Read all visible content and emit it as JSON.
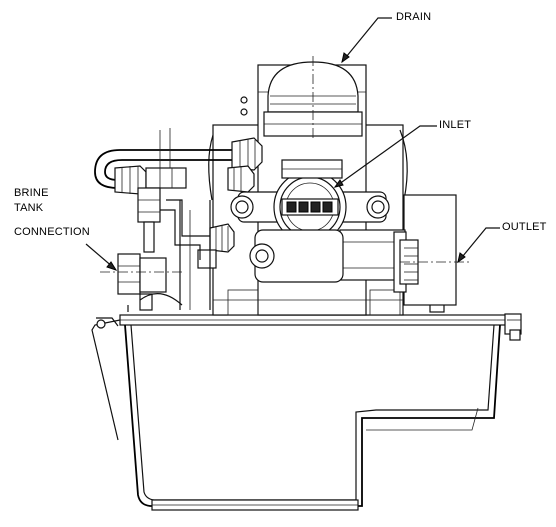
{
  "labels": {
    "drain": "DRAIN",
    "inlet": "INLET",
    "outlet": "OUTLET",
    "brine_line1": "BRINE",
    "brine_line2": "TANK",
    "brine_line3": "CONNECTION"
  }
}
